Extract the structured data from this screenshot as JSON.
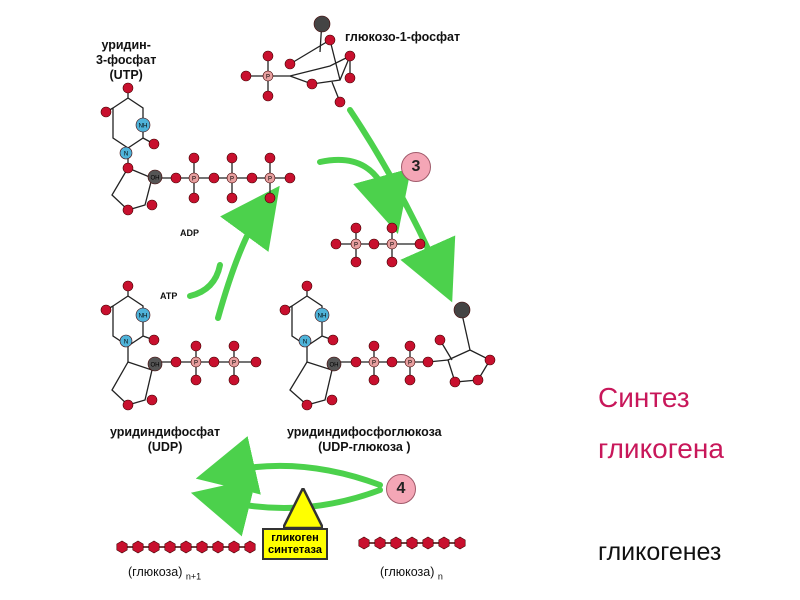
{
  "molecules": {
    "utp": {
      "line1": "уридин-",
      "line2": "3-фосфат",
      "line3": "(UTP)"
    },
    "glc1p": "глюкозо-1-фосфат",
    "udp": {
      "line1": "уридиндифосфат",
      "line2": "(UDP)"
    },
    "udpglc": {
      "line1": "уридиндифосфоглюкоза",
      "line2": "(UDP-глюкоза )"
    }
  },
  "labels": {
    "adp": "ADP",
    "atp": "ATP"
  },
  "steps": {
    "three": "3",
    "four": "4"
  },
  "enzyme": {
    "line1": "гликоген",
    "line2": "синтетаза"
  },
  "chains": {
    "left": {
      "label": "(глюкоза)",
      "sub": "n+1"
    },
    "right": {
      "label": "(глюкоза)",
      "sub": "n"
    }
  },
  "side": {
    "line1": "Синтез",
    "line2": "гликогена",
    "line3": "гликогенез"
  },
  "colors": {
    "atom": "#c8102e",
    "nitrogen": "#4fb3d9",
    "arrow": "#4cd14c",
    "highlight": "#c8175a",
    "enzyme_box": "#ffff00",
    "step_circle": "#f4a6b6"
  }
}
